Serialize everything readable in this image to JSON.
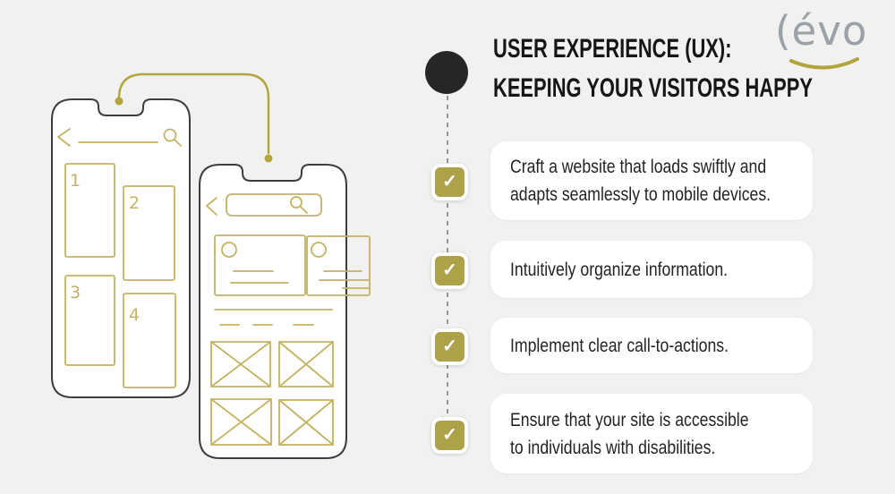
{
  "colors": {
    "background": "#f1f1ef",
    "accent_gold": "#ada24a",
    "wireframe_gold": "#c3b363",
    "connector_gold": "#b3a43c",
    "logo_gray": "#9aa1a7",
    "phone_outline": "#3d3d3d",
    "title_text": "#161616",
    "card_text": "#232323"
  },
  "header": {
    "title_line1": "USER EXPERIENCE (UX):",
    "title_line2": "KEEPING YOUR VISITORS HAPPY"
  },
  "logo": {
    "text": "(évo"
  },
  "icons": {
    "checkmark": "✓"
  },
  "checklist": [
    {
      "checked": true,
      "lines": [
        "Craft a website that loads swiftly and",
        "adapts seamlessly to mobile devices."
      ]
    },
    {
      "checked": true,
      "lines": [
        "Intuitively organize information."
      ]
    },
    {
      "checked": true,
      "lines": [
        "Implement clear call-to-actions."
      ]
    },
    {
      "checked": true,
      "lines": [
        "Ensure that your site is accessible",
        "to individuals with disabilities."
      ]
    }
  ],
  "wireframes": {
    "phone1": {
      "panel_labels": [
        "1",
        "2",
        "3",
        "4"
      ]
    }
  }
}
